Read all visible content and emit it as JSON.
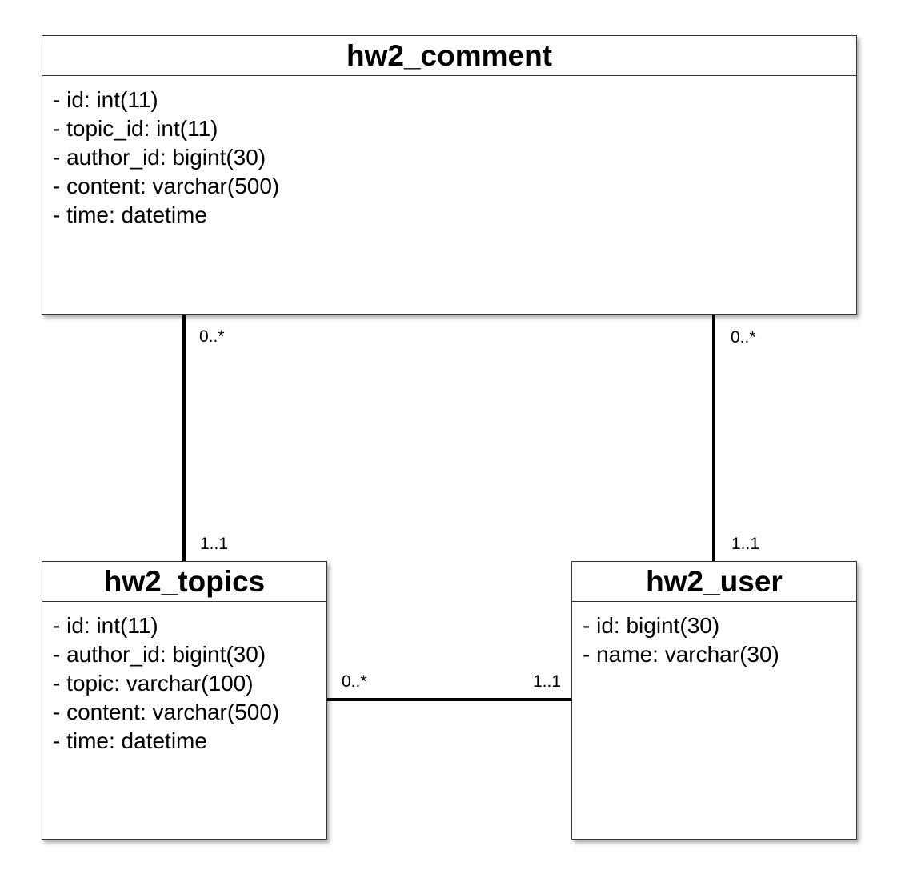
{
  "classes": {
    "comment": {
      "name": "hw2_comment",
      "attributes": [
        "- id: int(11)",
        "- topic_id: int(11)",
        "- author_id: bigint(30)",
        "- content: varchar(500)",
        "- time: datetime"
      ]
    },
    "topics": {
      "name": "hw2_topics",
      "attributes": [
        "- id: int(11)",
        "- author_id: bigint(30)",
        "- topic: varchar(100)",
        "- content: varchar(500)",
        "- time: datetime"
      ]
    },
    "user": {
      "name": "hw2_user",
      "attributes": [
        "- id: bigint(30)",
        "- name: varchar(30)"
      ]
    }
  },
  "associations": {
    "comment_topics": {
      "source_mult": "0..*",
      "target_mult": "1..1"
    },
    "comment_user": {
      "source_mult": "0..*",
      "target_mult": "1..1"
    },
    "topics_user": {
      "source_mult": "0..*",
      "target_mult": "1..1"
    }
  }
}
